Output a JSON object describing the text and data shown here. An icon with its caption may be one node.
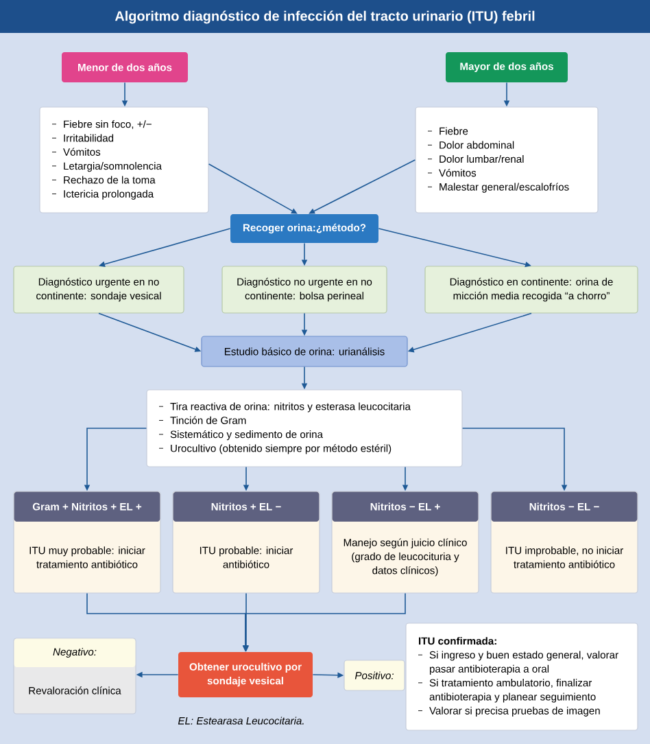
{
  "diagram": {
    "title": "Algoritmo diagnóstico de infección del tracto urinario (ITU) febril",
    "nodes": [
      {
        "text": [
          "Menor de dos años"
        ]
      },
      {
        "text": [
          "Mayor de dos años"
        ]
      },
      {
        "text": [
          "Fiebre sin foco, +/−",
          "Irritabilidad",
          "Vómitos",
          "Letargia/somnolencia",
          "Rechazo de la toma",
          "Ictericia prolongada"
        ]
      },
      {
        "text": [
          "Fiebre",
          "Dolor abdominal",
          "Dolor lumbar/renal",
          "Vómitos",
          "Malestar general/escalofríos"
        ]
      },
      {
        "text": [
          "Recoger orina:¿método?"
        ]
      },
      {
        "text": [
          "Diagnóstico urgente en no continente: sondaje vesical"
        ]
      },
      {
        "text": [
          "Diagnóstico no urgente en no continente: bolsa perineal"
        ]
      },
      {
        "text": [
          "Diagnóstico en continente: orina de micción media recogida “a chorro”"
        ]
      },
      {
        "text": [
          "Estudio básico de orina: urianálisis"
        ]
      },
      {
        "text": [
          "Tira reactiva de orina: nitritos y esterasa leucocitaria",
          "Tinción de Gram",
          "Sistemático y sedimento de orina",
          "Urocultivo (obtenido siempre por método estéril)"
        ]
      },
      {
        "text": [
          "Gram + Nitritos + EL +",
          "ITU muy probable: iniciar tratamiento antibiótico"
        ]
      },
      {
        "text": [
          "Nitritos + EL −",
          "ITU probable: iniciar antibiótico"
        ]
      },
      {
        "text": [
          "Nitritos − EL +",
          "Manejo según juicio clínico (grado de leucocituria y datos clínicos)"
        ]
      },
      {
        "text": [
          "Nitritos − EL −",
          "ITU improbable, no iniciar tratamiento antibiótico"
        ]
      },
      {
        "text": [
          "Obtener urocultivo por sondaje vesical"
        ]
      },
      {
        "text": [
          "Negativo:",
          "Revaloración clínica"
        ]
      },
      {
        "text": [
          "Positivo:"
        ]
      },
      {
        "text": [
          "ITU confirmada:",
          "Si ingreso y buen estado general, valorar pasar antibioterapia a oral",
          "Si tratamiento ambulatorio, finalizar antibioterapia y planear seguimiento",
          "Valorar si precisa pruebas de imagen"
        ]
      }
    ],
    "edges": [
      {
        "from": 0,
        "to": 2,
        "arrow": "to"
      },
      {
        "from": 1,
        "to": 3,
        "arrow": "to"
      },
      {
        "from": 2,
        "to": 4,
        "arrow": "to"
      },
      {
        "from": 3,
        "to": 4,
        "arrow": "to"
      },
      {
        "from": 4,
        "to": 5,
        "arrow": "to"
      },
      {
        "from": 4,
        "to": 6,
        "arrow": "to"
      },
      {
        "from": 4,
        "to": 7,
        "arrow": "to"
      },
      {
        "from": 5,
        "to": 8,
        "arrow": "to"
      },
      {
        "from": 6,
        "to": 8,
        "arrow": "to"
      },
      {
        "from": 7,
        "to": 8,
        "arrow": "to"
      },
      {
        "from": 8,
        "to": 9,
        "arrow": "to"
      },
      {
        "from": 9,
        "to": 10,
        "arrow": "to"
      },
      {
        "from": 9,
        "to": 11,
        "arrow": "to"
      },
      {
        "from": 9,
        "to": 12,
        "arrow": "to"
      },
      {
        "from": 9,
        "to": 13,
        "arrow": "to"
      },
      {
        "from": 10,
        "to": 14,
        "arrow": "to"
      },
      {
        "from": 11,
        "to": 14,
        "arrow": "to"
      },
      {
        "from": 12,
        "to": 14,
        "arrow": "to"
      },
      {
        "from": 14,
        "to": 15,
        "arrow": "to"
      },
      {
        "from": 14,
        "to": 16,
        "arrow": "to"
      }
    ],
    "labels": [
      "EL: Estearasa Leucocitaria."
    ]
  }
}
